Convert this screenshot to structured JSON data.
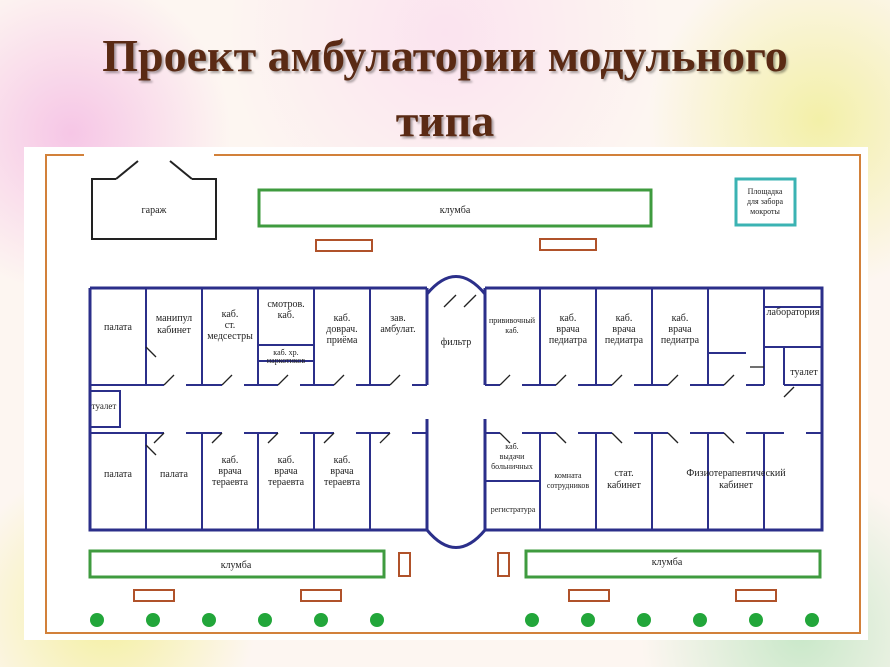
{
  "title": {
    "line1": "Проект амбулатории модульного",
    "line2": "типа"
  },
  "plan": {
    "garage": "гараж",
    "flowerbed_top": "клумба",
    "sputum_area": [
      "Площадка",
      "для забора",
      "мокроты"
    ],
    "upper_rooms": {
      "ward1": "палата",
      "manipul": [
        "манипул",
        "кабинет"
      ],
      "senior_nurse": [
        "каб.",
        "ст.",
        "медсестры"
      ],
      "exam": [
        "смотров.",
        "каб."
      ],
      "narcotics": [
        "каб. хр.",
        "наркотиков"
      ],
      "prehosp": [
        "каб.",
        "доврач.",
        "приёма"
      ],
      "head": [
        "зав.",
        "амбулат."
      ],
      "filter": "фильтр",
      "vaccine": [
        "прививочный",
        "каб."
      ],
      "ped1": [
        "каб.",
        "врача",
        "педиатра"
      ],
      "ped2": [
        "каб.",
        "врача",
        "педиатра"
      ],
      "ped3": [
        "каб.",
        "врача",
        "педиатра"
      ],
      "lab": "лаборатория",
      "toilet_right": "туалет"
    },
    "toilet_left": "туалет",
    "lower_rooms": {
      "ward2": "палата",
      "ward3": "палата",
      "ther1": [
        "каб.",
        "врача",
        "тераевта"
      ],
      "ther2": [
        "каб.",
        "врача",
        "тераевта"
      ],
      "ther3": [
        "каб.",
        "врача",
        "тераевта"
      ],
      "sick_leave": [
        "каб.",
        "выдачи",
        "больничных"
      ],
      "registry": "регистратура",
      "staff": [
        "комната",
        "сотрудников"
      ],
      "stat": [
        "стат.",
        "кабинет"
      ],
      "physio": [
        "Физиотерапевтический",
        "кабинет"
      ]
    },
    "flowerbed_bottom_left": "клумба",
    "flowerbed_bottom_right": "клумба"
  },
  "colors": {
    "title": "#5a2a14",
    "fence": "#d2813a",
    "walls": "#2b2f8a",
    "flowerbed": "#3f9b3f",
    "bench": "#b0522a",
    "tree": "#22a63a",
    "sputum_border": "#3bb3b3"
  }
}
